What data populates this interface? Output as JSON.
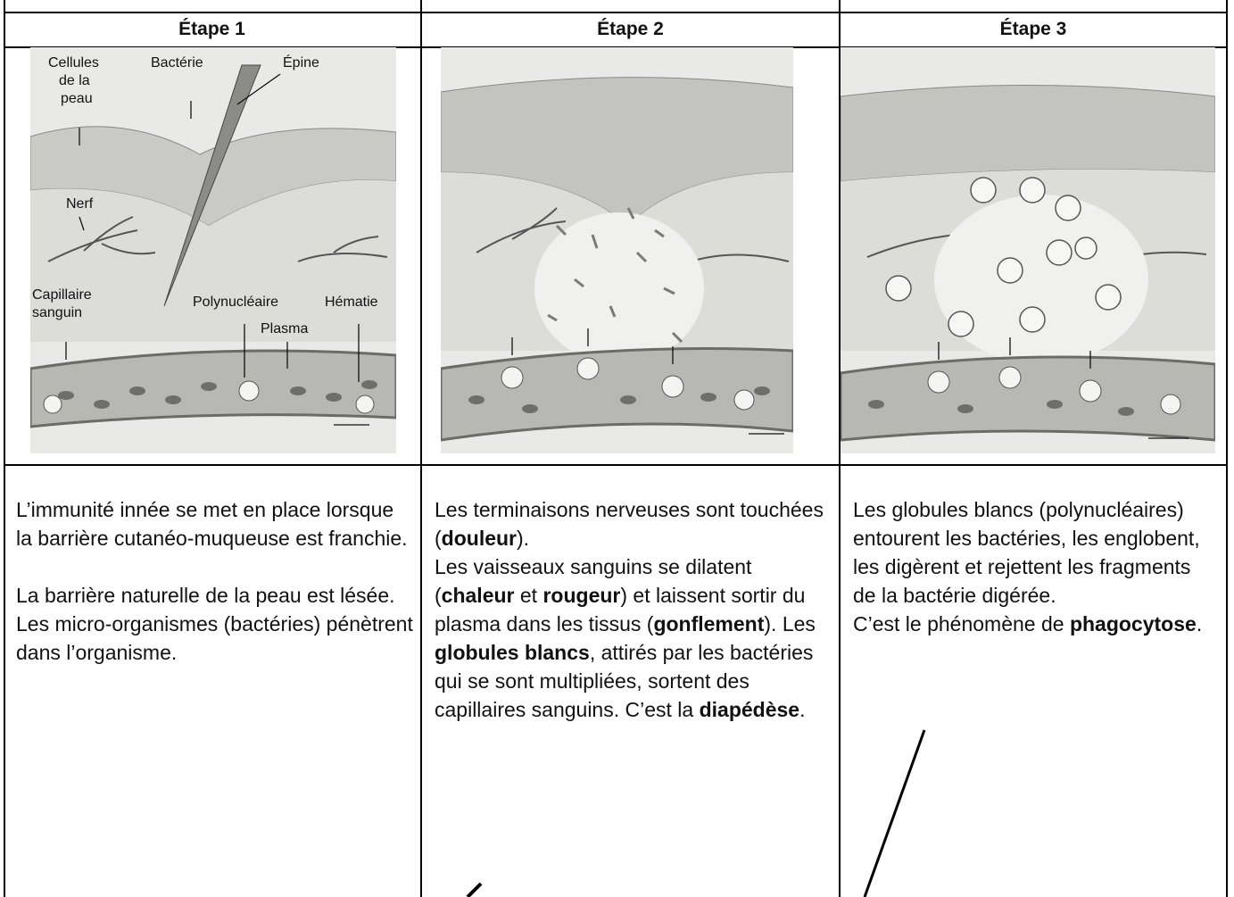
{
  "headers": [
    "Étape 1",
    "Étape 2",
    "Étape 3"
  ],
  "figure1": {
    "labels": {
      "skin_cells": [
        "Cellules",
        "de la",
        "peau"
      ],
      "bacteria": "Bactérie",
      "thorn": "Épine",
      "nerve": "Nerf",
      "capillary": [
        "Capillaire",
        "sanguin"
      ],
      "neutrophil": "Polynucléaire",
      "plasma": "Plasma",
      "red_cell": "Hématie"
    }
  },
  "col1": {
    "p1": "L’immunité innée se met en place lorsque la barrière cutanéo-muqueuse est franchie.",
    "p2": "La barrière naturelle de la peau est lésée. Les micro-organismes (bactéries) pénètrent",
    "p3": "dans l’organisme."
  },
  "col2": {
    "s1": "Les terminaisons nerveuses sont touchées (",
    "b1": "douleur",
    "s2": ").",
    "s3": "Les vaisseaux sanguins se dilatent (",
    "b2": "chaleur",
    "s4": " et ",
    "b3": "rougeur",
    "s5": ") et laissent sortir du plasma dans les tissus (",
    "b4": "gonflement",
    "s6": "). Les ",
    "b5": "globules blancs",
    "s7": ", attirés par les bactéries qui se sont multipliées, sortent des capillaires sanguins. C’est la ",
    "b6": "diapédèse",
    "s8": "."
  },
  "col3": {
    "s1": "Les globules blancs (polynucléaires) entourent les bactéries, les englobent, les digèrent et rejettent les fragments de la bactérie digérée.",
    "s2": "C’est le phénomène de ",
    "b1": "phagocytose",
    "s3": "."
  }
}
